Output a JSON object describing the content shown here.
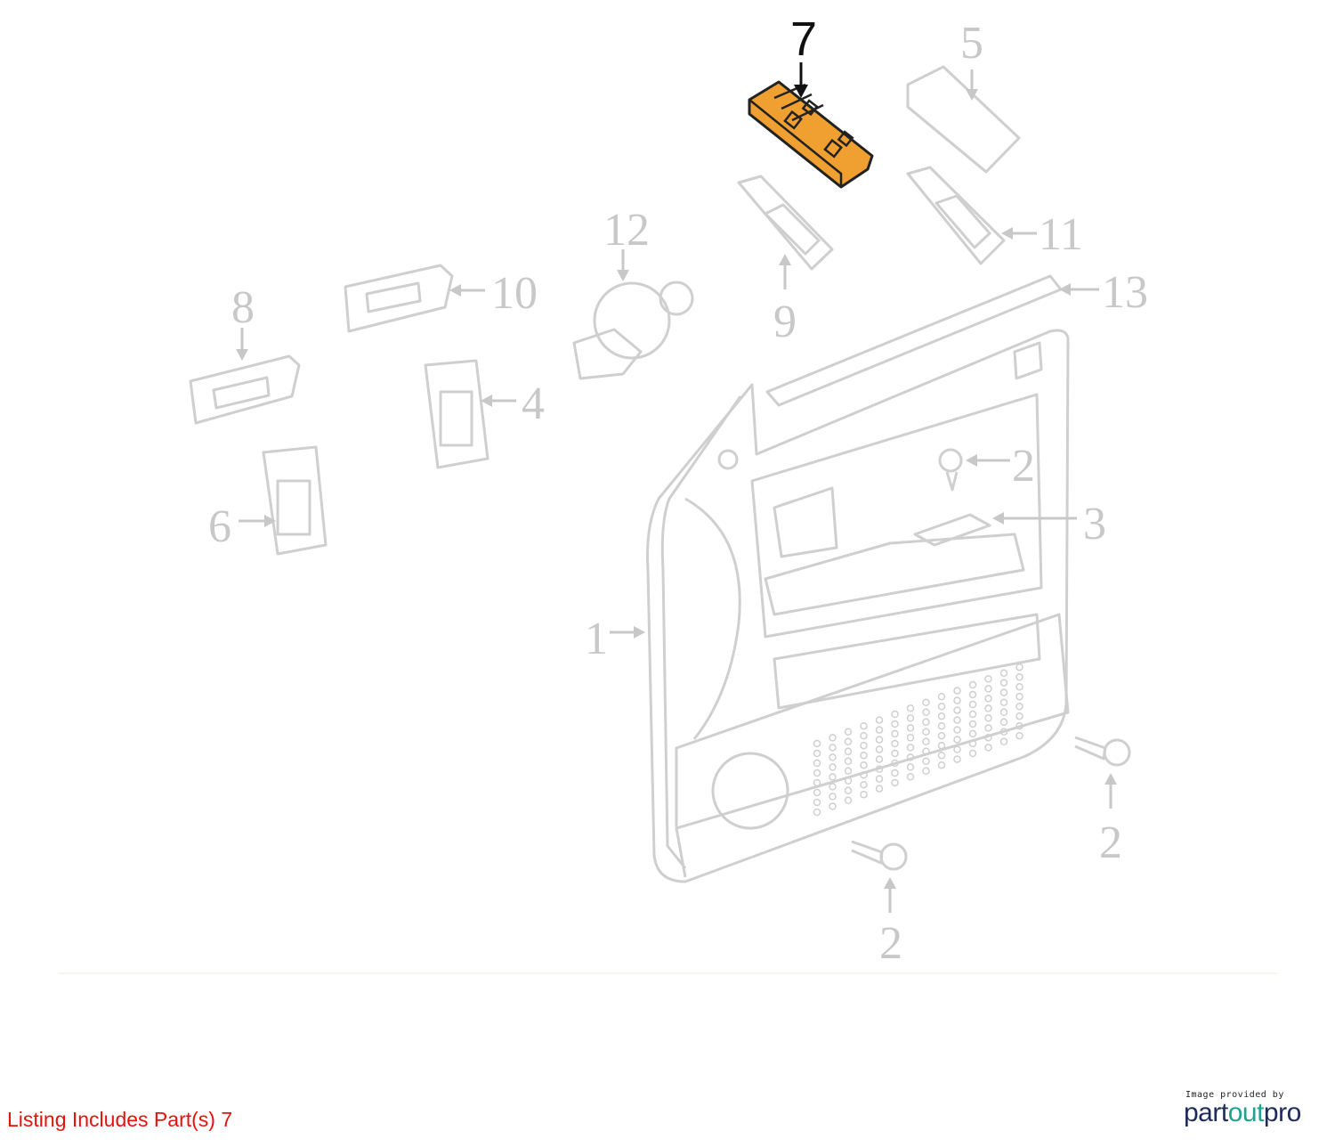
{
  "diagram": {
    "highlight_color": "#f0a030",
    "selected_part": "7",
    "callouts": [
      "7",
      "5",
      "12",
      "11",
      "10",
      "13",
      "8",
      "9",
      "4",
      "2",
      "3",
      "6",
      "1",
      "2",
      "2"
    ]
  },
  "footer": {
    "listing_text": "Listing Includes Part(s) 7",
    "listing_color": "#e8120c"
  },
  "logo": {
    "caption": "Image provided by",
    "word_start": "part",
    "word_mid": "out",
    "word_end": "pro"
  }
}
